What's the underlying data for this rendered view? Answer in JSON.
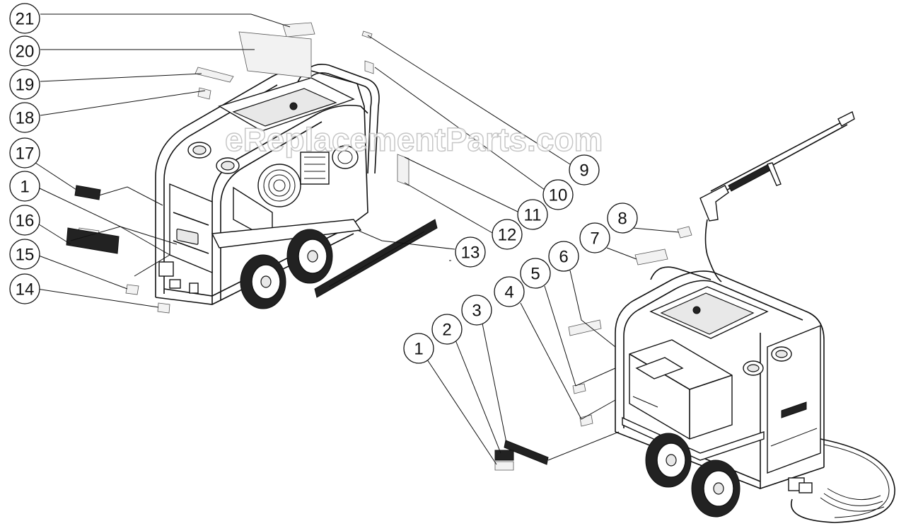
{
  "watermark": "eReplacementParts.com",
  "callouts": {
    "c21": "21",
    "c20": "20",
    "c19": "19",
    "c18": "18",
    "c17": "17",
    "c1a": "1",
    "c16": "16",
    "c15": "15",
    "c14": "14",
    "c9": "9",
    "c10": "10",
    "c11": "11",
    "c12": "12",
    "c13": "13",
    "c8": "8",
    "c7": "7",
    "c6": "6",
    "c5": "5",
    "c4": "4",
    "c3": "3",
    "c2": "2",
    "c1b": "1"
  }
}
